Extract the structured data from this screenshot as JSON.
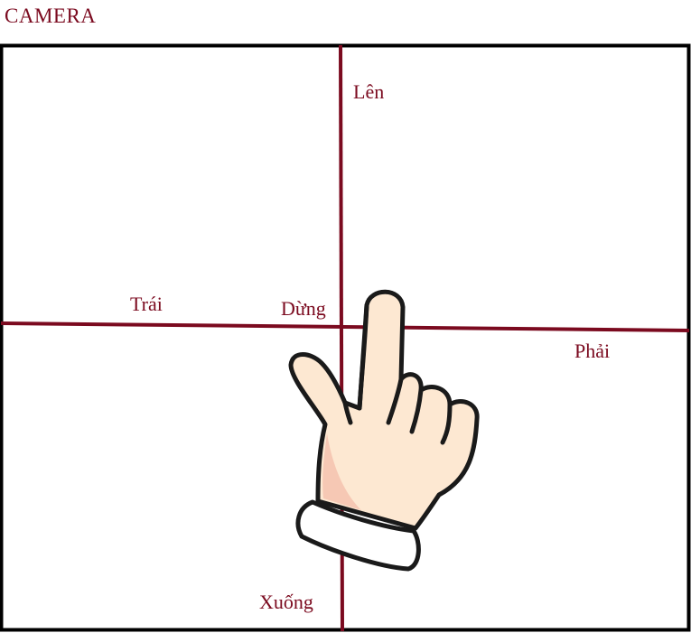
{
  "app": {
    "title": "CAMERA"
  },
  "pad": {
    "up_label": "Lên",
    "left_label": "Trái",
    "stop_label": "Dừng",
    "right_label": "Phải",
    "down_label": "Xuống"
  },
  "colors": {
    "accent": "#7b0a1f",
    "frame": "#000000",
    "skin": "#fde8d2",
    "skin_shadow": "#f6c8b4",
    "cuff": "#ffffff"
  },
  "icons": {
    "pointer": "pointing-hand-icon"
  }
}
